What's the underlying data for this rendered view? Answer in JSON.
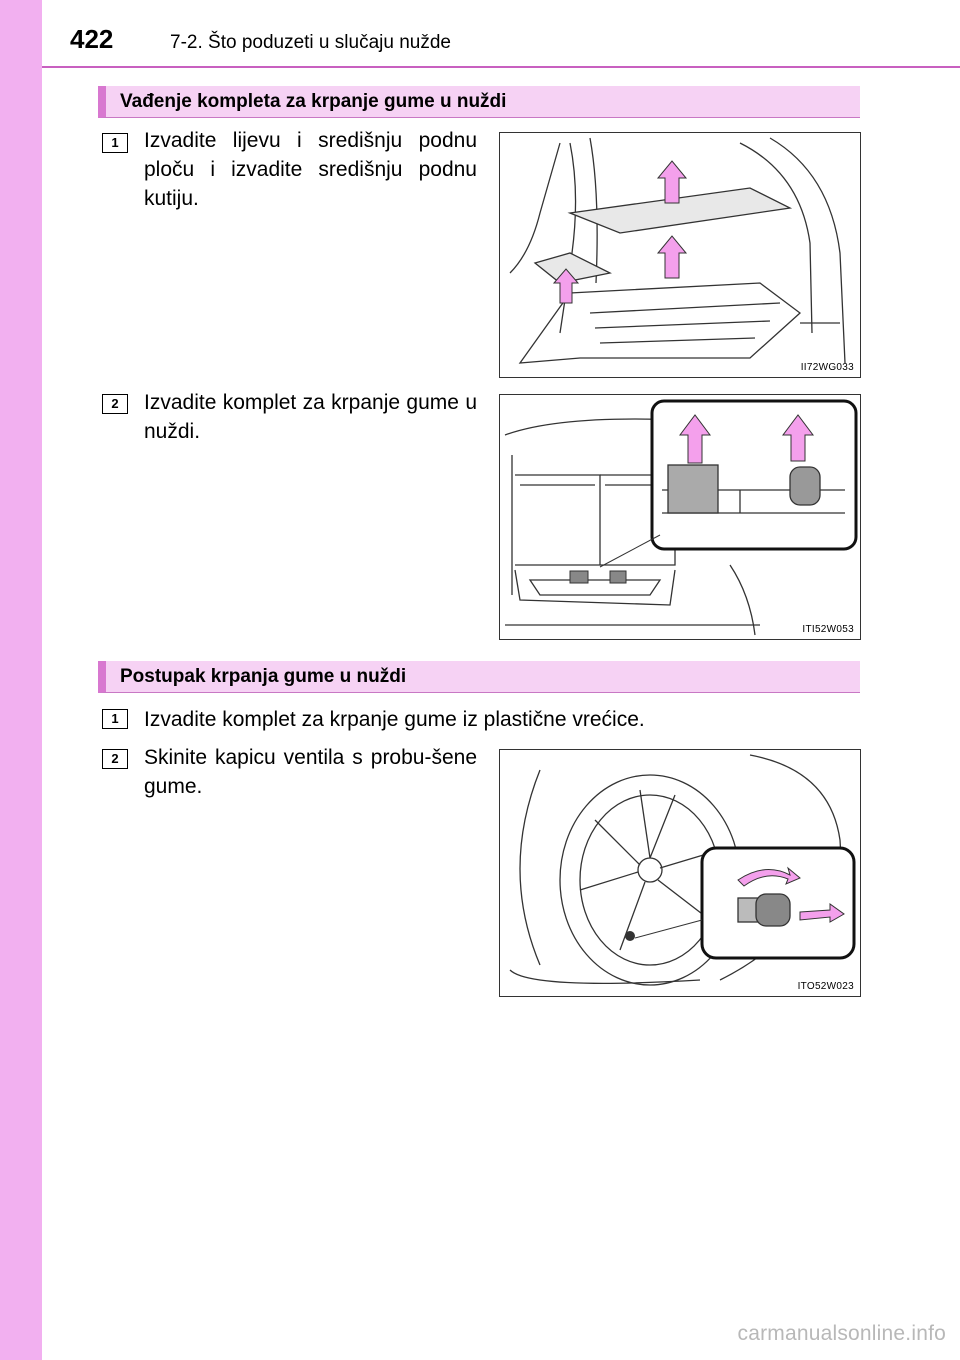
{
  "header": {
    "page_number": "422",
    "chapter": "7-2. Što poduzeti u slučaju nužde"
  },
  "section1": {
    "title": "Vađenje kompleta za krpanje gume u nuždi",
    "steps": [
      {
        "num": "1",
        "text": "Izvadite lijevu i središnju podnu ploču i izvadite središnju podnu kutiju.",
        "figure_code": "II72WG033"
      },
      {
        "num": "2",
        "text": "Izvadite komplet za krpanje gume u nuždi.",
        "figure_code": "ITI52W053"
      }
    ]
  },
  "section2": {
    "title": "Postupak krpanja gume u nuždi",
    "steps": [
      {
        "num": "1",
        "text": "Izvadite komplet za krpanje gume iz plastične vrećice."
      },
      {
        "num": "2",
        "text": "Skinite kapicu ventila s probu-šene gume.",
        "figure_code": "ITO52W023"
      }
    ]
  },
  "watermark": "carmanualsonline.info",
  "colors": {
    "sidebar": "#f2b0f0",
    "section_band": "#f6d2f4",
    "arrow": "#f4a0ec"
  }
}
